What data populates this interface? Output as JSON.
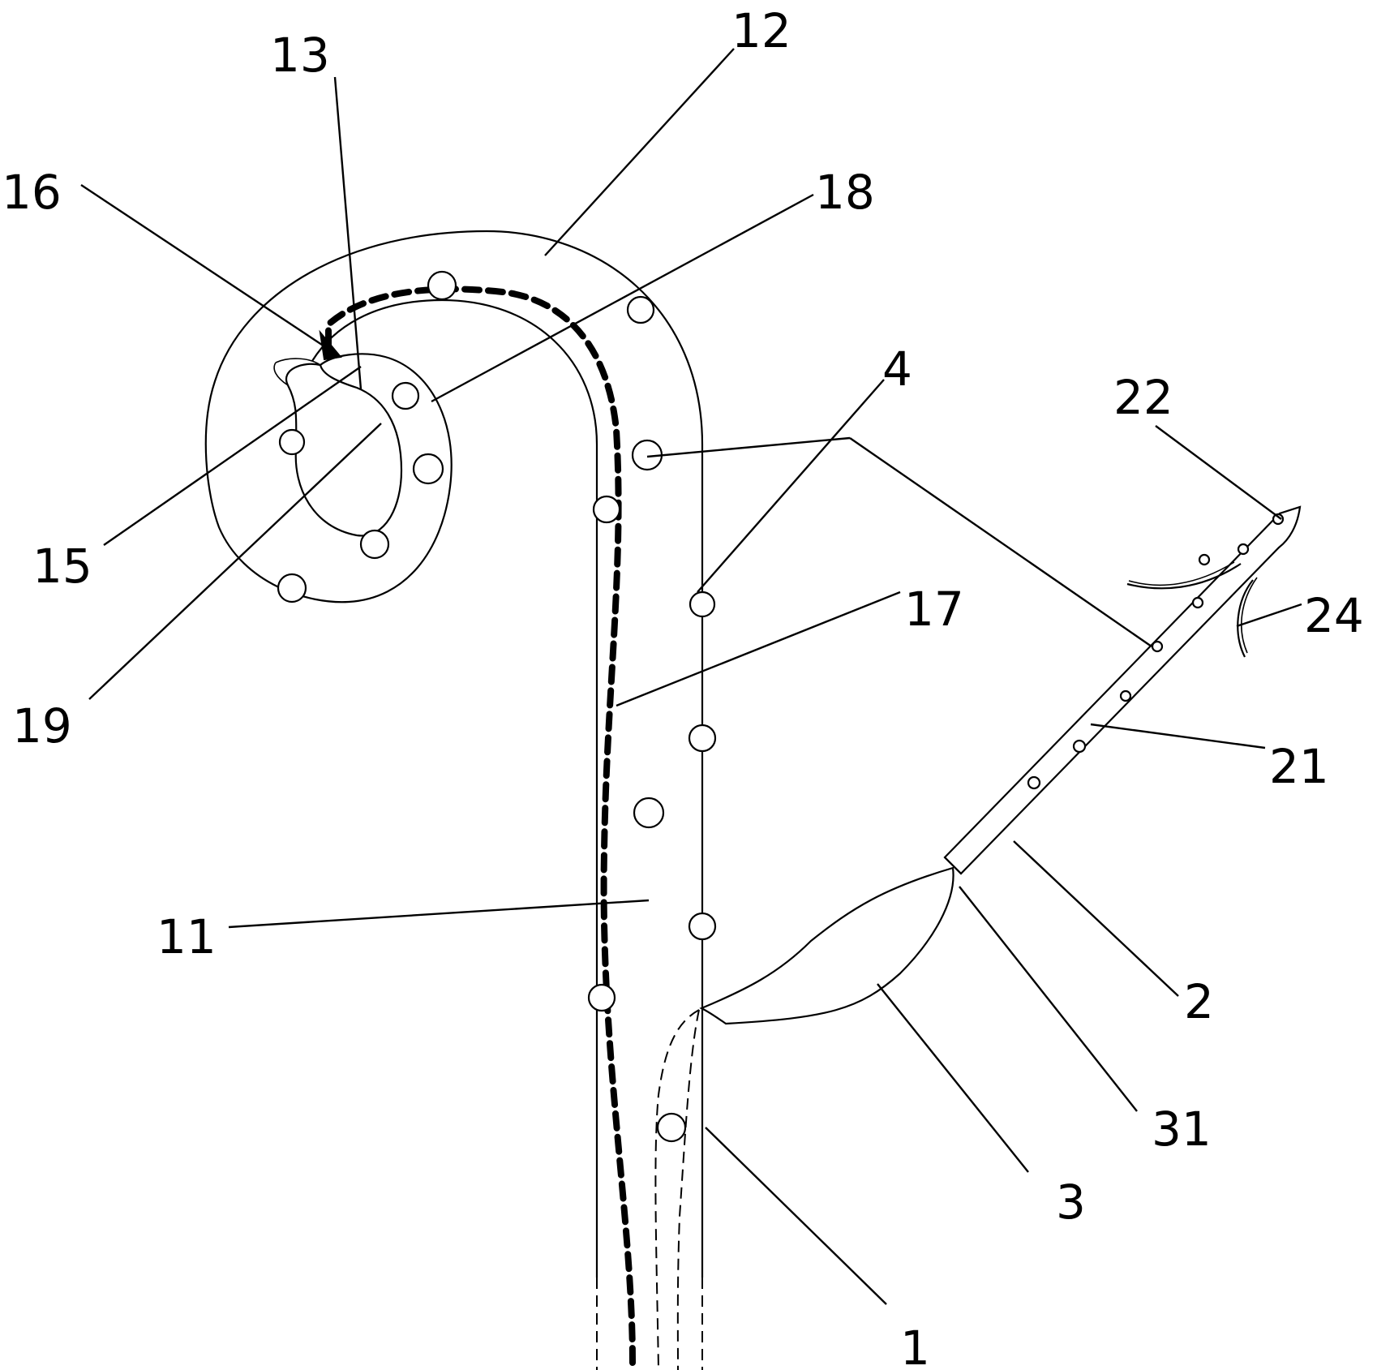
{
  "labels": {
    "l1": "1",
    "l2": "2",
    "l3": "3",
    "l4": "4",
    "l11": "11",
    "l12": "12",
    "l13": "13",
    "l15": "15",
    "l16": "16",
    "l17": "17",
    "l18": "18",
    "l19": "19",
    "l21": "21",
    "l22": "22",
    "l24": "24",
    "l31": "31"
  }
}
